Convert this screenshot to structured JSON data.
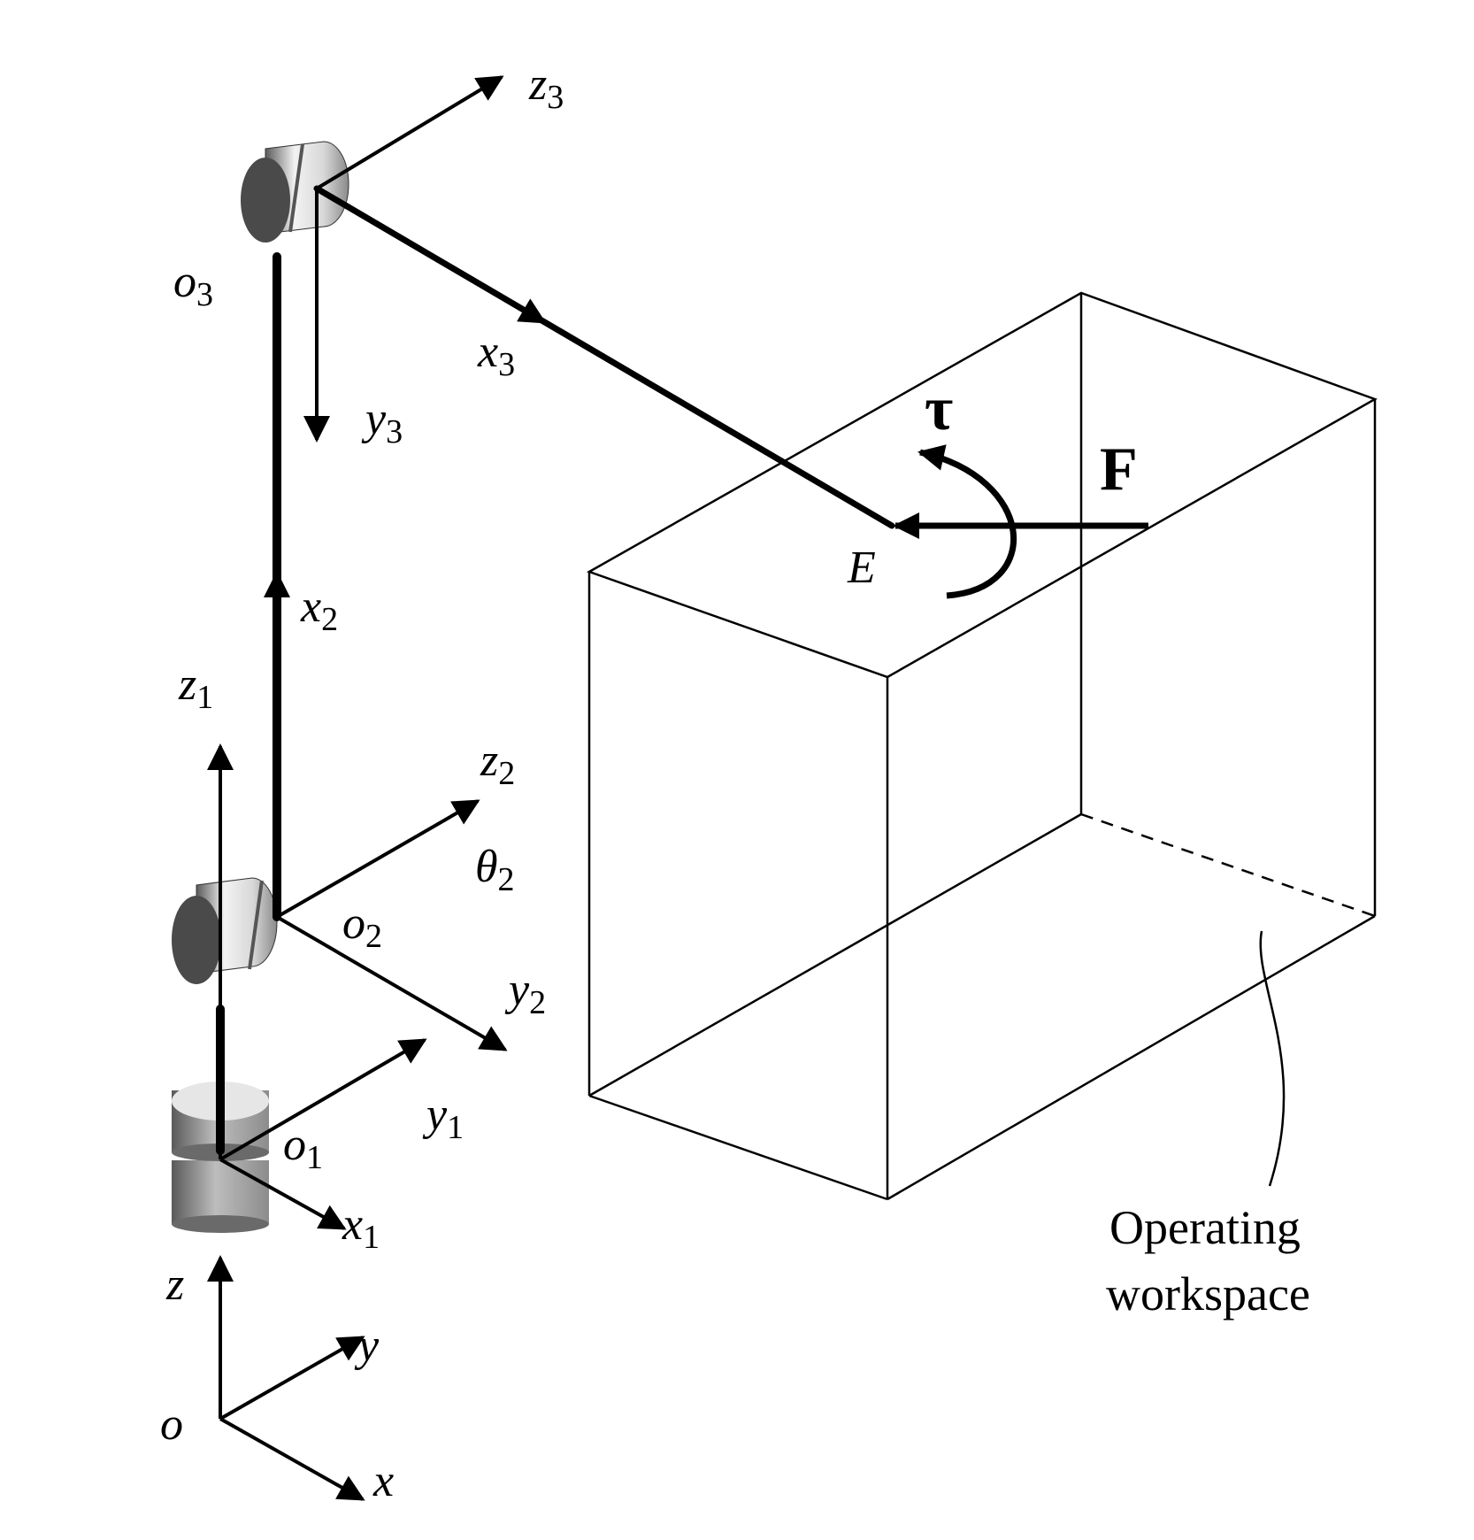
{
  "diagram": {
    "frame_labels": {
      "base": {
        "o": "o",
        "x": "x",
        "y": "y",
        "z": "z"
      },
      "joint1": {
        "o": "o",
        "o_sub": "1",
        "x": "x",
        "x_sub": "1",
        "y": "y",
        "y_sub": "1",
        "z": "z",
        "z_sub": "1"
      },
      "joint2": {
        "o": "o",
        "o_sub": "2",
        "x": "x",
        "x_sub": "2",
        "y": "y",
        "y_sub": "2",
        "z": "z",
        "z_sub": "2",
        "theta": "θ",
        "theta_sub": "2"
      },
      "joint3": {
        "o": "o",
        "o_sub": "3",
        "x": "x",
        "x_sub": "3",
        "y": "y",
        "y_sub": "3",
        "z": "z",
        "z_sub": "3"
      }
    },
    "end_effector": {
      "label": "E"
    },
    "force": {
      "label": "F"
    },
    "torque": {
      "label": "τ"
    },
    "workspace": {
      "line1": "Operating",
      "line2": "workspace"
    },
    "colors": {
      "stroke": "#000000",
      "background": "#ffffff",
      "joint_light": "#e8e8e8",
      "joint_dark": "#4a4a4a"
    }
  }
}
